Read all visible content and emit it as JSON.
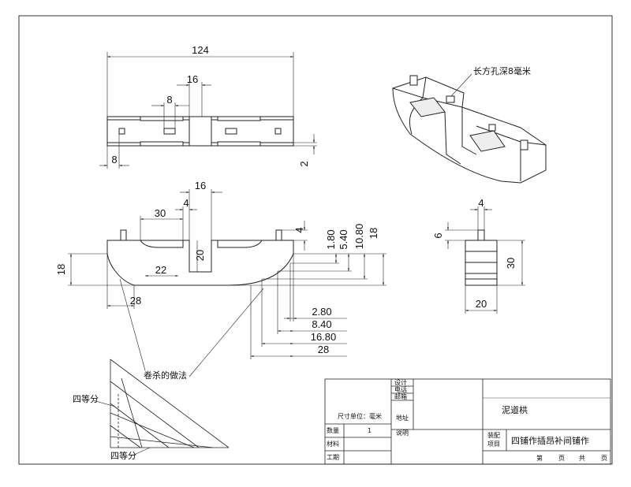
{
  "drawing": {
    "dims_top": {
      "overall": "124",
      "slot": "16",
      "hole": "8",
      "edge": "8",
      "height": "2"
    },
    "dims_front": {
      "slot": "16",
      "wall": "4",
      "pocket": "30",
      "pocket_bottom": "22",
      "slot_depth": "20",
      "height_left": "18",
      "curve": "28",
      "pin": "4",
      "v1": "1.80",
      "v2": "5.40",
      "v3": "10.80",
      "v4": "18",
      "h1": "2.80",
      "h2": "8.40",
      "h3": "16.80",
      "h4": "28"
    },
    "dims_side": {
      "pin_w": "4",
      "pin_h": "6",
      "height": "30",
      "width": "20"
    },
    "iso_note": "长方孔深8毫米",
    "curve_note": "卷杀的做法",
    "div_note_top": "四等分",
    "div_note_bottom": "四等分"
  },
  "title_block": {
    "unit_label": "尺寸单位：毫米",
    "rows": [
      {
        "label": "数量",
        "value": "1"
      },
      {
        "label": "材料",
        "value": ""
      },
      {
        "label": "工期",
        "value": ""
      }
    ],
    "contact": [
      {
        "label": "设计",
        "value": ""
      },
      {
        "label": "电话",
        "value": ""
      },
      {
        "label": "邮箱",
        "value": ""
      },
      {
        "label": "地址",
        "value": ""
      }
    ],
    "desc_label": "说明",
    "company": "泥道栱",
    "project_label_1": "装配",
    "project_label_2": "项目",
    "project_name": "四铺作插昂补间铺作",
    "page_no": "第",
    "page_unit": "页",
    "total_no": "共",
    "total_unit": "页"
  }
}
